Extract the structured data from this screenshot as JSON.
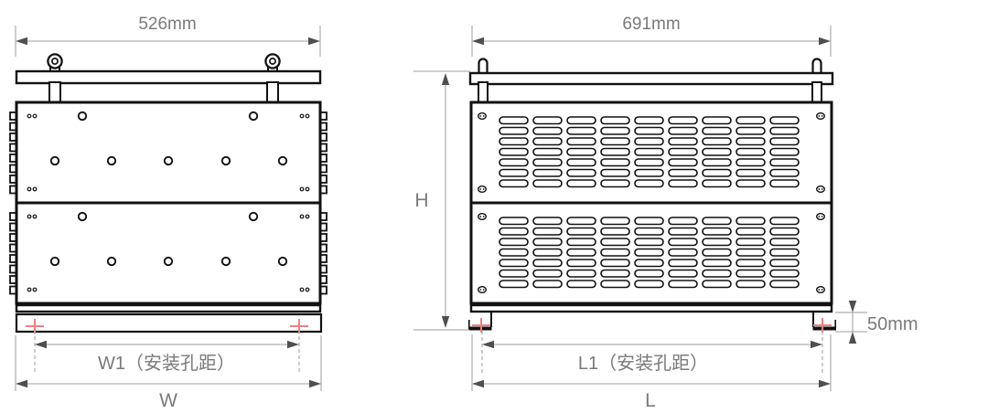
{
  "diagram": {
    "type": "technical-drawing",
    "views": {
      "front": {
        "top_width_dimension": "526mm",
        "mounting_hole_span_label": "W1（安装孔距）",
        "overall_width_label": "W"
      },
      "side": {
        "top_length_dimension": "691mm",
        "overall_height_label": "H",
        "foot_height_dimension": "50mm",
        "mounting_hole_span_label": "L1（安装孔距）",
        "overall_length_label": "L"
      }
    },
    "colors": {
      "outline": "#111111",
      "dimension_line": "#9e9e9e",
      "dimension_arrow": "#4f4f4f",
      "dimension_text": "#7a7a7a",
      "mounting_marker": "#f08080",
      "background": "#ffffff"
    }
  }
}
